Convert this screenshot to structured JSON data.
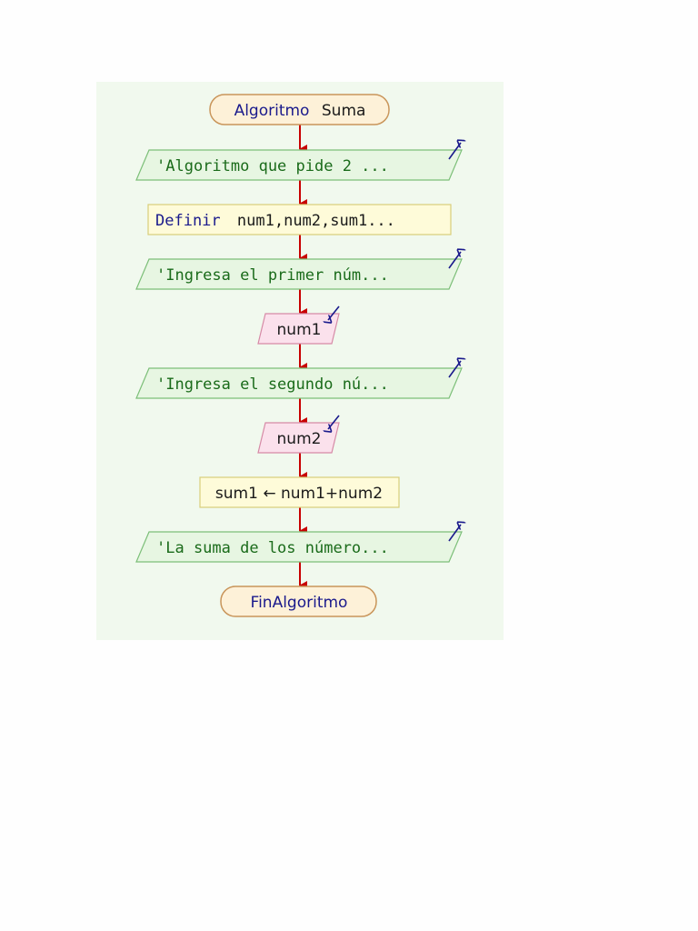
{
  "colors": {
    "canvas_bg": "#f1f9ee",
    "terminal_fill": "#fdf1d8",
    "terminal_stroke": "#c9955a",
    "io_fill": "#e7f6e2",
    "io_stroke": "#7cbf78",
    "process_fill": "#fefbd9",
    "process_stroke": "#d8ce7a",
    "input_fill": "#fbe1ec",
    "input_stroke": "#d68aa6",
    "arrow": "#c80000",
    "keyword": "#1a1a8c",
    "string": "#1a6b1a",
    "io_arrow": "#1a1a8c"
  },
  "flowchart": {
    "start": {
      "keyword": "Algoritmo",
      "name": "Suma"
    },
    "write_1": {
      "text": "'Algoritmo que pide 2 ..."
    },
    "define": {
      "keyword": "Definir",
      "vars": "num1,num2,sum1..."
    },
    "write_2": {
      "text": "'Ingresa el primer núm..."
    },
    "read_1": {
      "text": "num1"
    },
    "write_3": {
      "text": "'Ingresa el segundo nú..."
    },
    "read_2": {
      "text": "num2"
    },
    "assign": {
      "text": "sum1 ← num1+num2"
    },
    "write_4": {
      "text": "'La suma de los número..."
    },
    "end": {
      "keyword": "FinAlgoritmo"
    }
  }
}
